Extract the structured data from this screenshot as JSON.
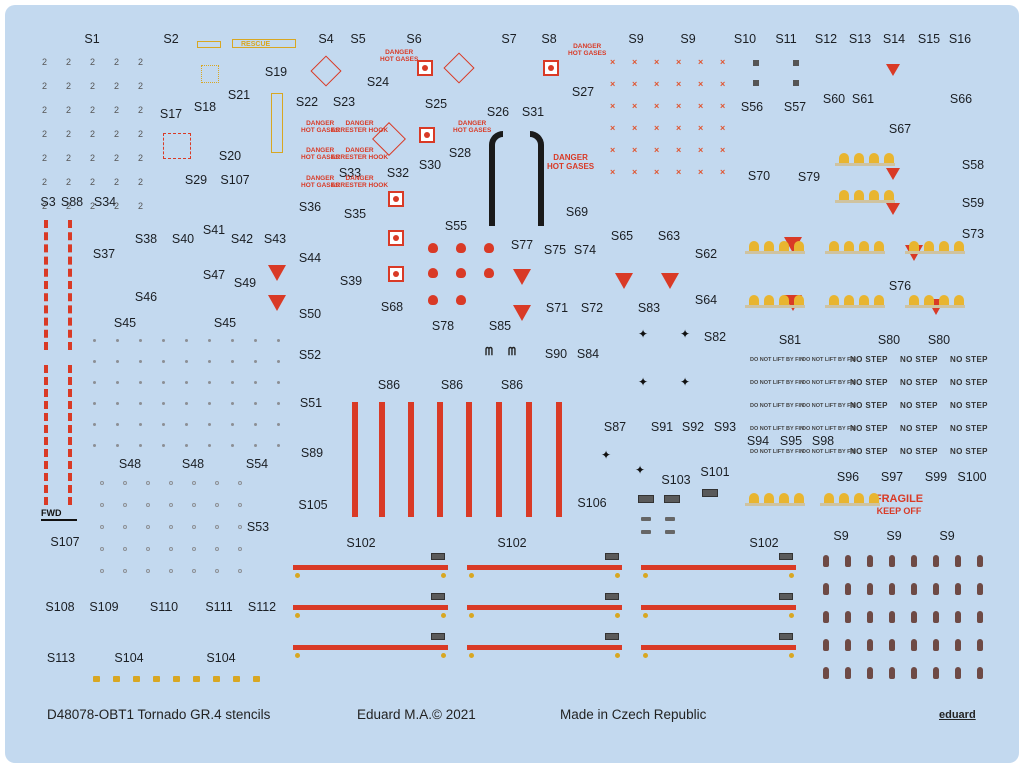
{
  "sheet": {
    "footer_code": "D48078-OBT1 Tornado GR.4 stencils",
    "footer_copyright": "Eduard M.A.© 2021",
    "footer_origin": "Made in Czech Republic",
    "brand": "eduard"
  },
  "labels": {
    "S1": "S1",
    "S2": "S2",
    "S4": "S4",
    "S5": "S5",
    "S6": "S6",
    "S7": "S7",
    "S8": "S8",
    "S9": "S9",
    "S10": "S10",
    "S11": "S11",
    "S12": "S12",
    "S13": "S13",
    "S14": "S14",
    "S15": "S15",
    "S16": "S16",
    "S17": "S17",
    "S18": "S18",
    "S19": "S19",
    "S20": "S20",
    "S21": "S21",
    "S22": "S22",
    "S23": "S23",
    "S24": "S24",
    "S25": "S25",
    "S26": "S26",
    "S27": "S27",
    "S28": "S28",
    "S29": "S29",
    "S30": "S30",
    "S31": "S31",
    "S32": "S32",
    "S33": "S33",
    "S34": "S34",
    "S35": "S35",
    "S36": "S36",
    "S37": "S37",
    "S38": "S38",
    "S39": "S39",
    "S40": "S40",
    "S41": "S41",
    "S42": "S42",
    "S43": "S43",
    "S44": "S44",
    "S45": "S45",
    "S46": "S46",
    "S47": "S47",
    "S48": "S48",
    "S49": "S49",
    "S50": "S50",
    "S51": "S51",
    "S52": "S52",
    "S53": "S53",
    "S54": "S54",
    "S55": "S55",
    "S56": "S56",
    "S57": "S57",
    "S58": "S58",
    "S59": "S59",
    "S60": "S60",
    "S61": "S61",
    "S62": "S62",
    "S63": "S63",
    "S64": "S64",
    "S65": "S65",
    "S66": "S66",
    "S67": "S67",
    "S68": "S68",
    "S69": "S69",
    "S70": "S70",
    "S71": "S71",
    "S72": "S72",
    "S73": "S73",
    "S74": "S74",
    "S75": "S75",
    "S76": "S76",
    "S77": "S77",
    "S78": "S78",
    "S79": "S79",
    "S80": "S80",
    "S81": "S81",
    "S82": "S82",
    "S83": "S83",
    "S84": "S84",
    "S85": "S85",
    "S86": "S86",
    "S87": "S87",
    "S88": "S88",
    "S89": "S89",
    "S90": "S90",
    "S91": "S91",
    "S92": "S92",
    "S93": "S93",
    "S94": "S94",
    "S95": "S95",
    "S96": "S96",
    "S97": "S97",
    "S98": "S98",
    "S99": "S99",
    "S100": "S100",
    "S101": "S101",
    "S102": "S102",
    "S103": "S103",
    "S104": "S104",
    "S105": "S105",
    "S106": "S106",
    "S107": "S107",
    "S108": "S108",
    "S109": "S109",
    "S110": "S110",
    "S111": "S111",
    "S112": "S112",
    "S113": "S113",
    "S3": "S3"
  },
  "decals": {
    "rescue": "RESCUE",
    "fwd": "FWD",
    "danger": "DANGER",
    "hot_gases": "HOT GASES",
    "arrester_hook": "ARRESTER HOOK",
    "no_step": "NO STEP",
    "do_not_lift": "DO NOT LIFT BY FIN",
    "fragile": "FRAGILE",
    "keep_off": "KEEP OFF"
  },
  "colors": {
    "sheet": "#c3d9ef",
    "red": "#d93a26",
    "yellow": "#d8a722"
  }
}
